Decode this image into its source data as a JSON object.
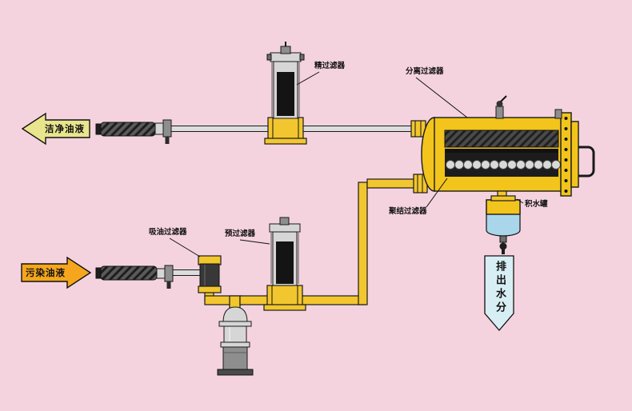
{
  "diagram": {
    "labels": {
      "clean_oil": "洁净油液",
      "dirty_oil": "污染油液",
      "fine_filter": "精过滤器",
      "separation_filter": "分离过滤器",
      "coalescing_filter": "聚结过滤器",
      "water_tank": "积水罐",
      "discharge_water": "排出水分",
      "suction_filter": "吸油过滤器",
      "pre_filter": "预过滤器"
    },
    "colors": {
      "background": "#f4d3df",
      "pipe_yellow": "#f2c62e",
      "tank_yellow": "#f2c41c",
      "clean_arrow": "#e9e48e",
      "dirty_arrow": "#f5a61d",
      "water_blue": "#a9d6ea",
      "banner_blue": "#d8eef5"
    }
  }
}
